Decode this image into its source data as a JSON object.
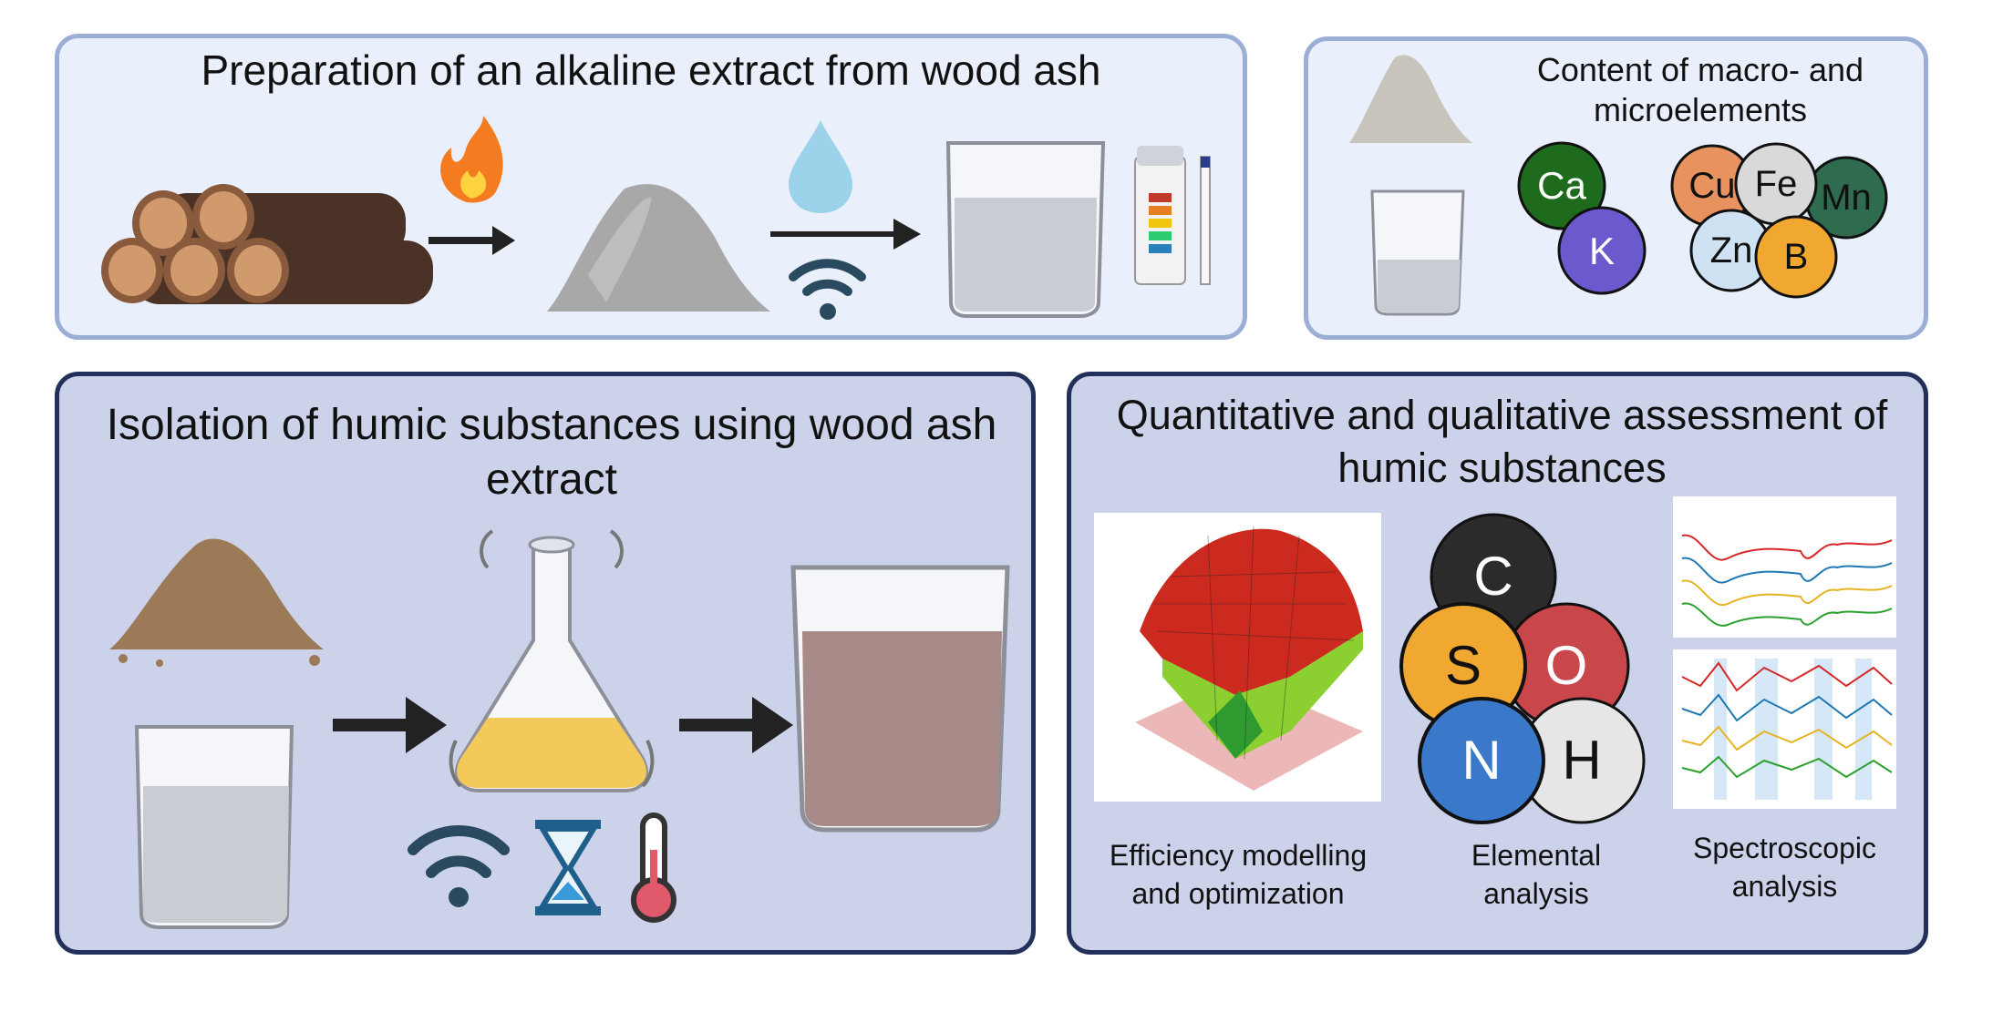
{
  "panels": {
    "prep": {
      "title": "Preparation of an alkaline extract from wood ash"
    },
    "content": {
      "title": "Content of macro- and microelements",
      "macro": [
        "Ca",
        "K"
      ],
      "micro": [
        "Cu",
        "Fe",
        "Mn",
        "Zn",
        "B"
      ]
    },
    "isolation": {
      "title": "Isolation of humic substances using wood ash extract"
    },
    "assessment": {
      "title": "Quantitative and qualitative assessment of humic substances",
      "elements": [
        "C",
        "S",
        "O",
        "N",
        "H"
      ],
      "captions": {
        "modelling": "Efficiency modelling and optimization",
        "elemental": "Elemental analysis",
        "spectro": "Spectroscopic analysis"
      }
    }
  },
  "colors": {
    "light_panel": "#eaf0fb",
    "light_border": "#9aaed6",
    "dark_panel": "#cbd2e9",
    "dark_border": "#23305a",
    "Ca": "#1e6b1e",
    "K": "#6a5acd",
    "Cu": "#e8935f",
    "Fe": "#d9d9d9",
    "Mn": "#2e6b4f",
    "Zn": "#cfe2f3",
    "B": "#f0a830",
    "C": "#2b2b2b",
    "S": "#f0a830",
    "O": "#c9474a",
    "N": "#3a78c9",
    "H": "#e6e6e6"
  },
  "icons": [
    "wood-logs-icon",
    "flame-icon",
    "ash-pile-icon",
    "water-drop-icon",
    "stirring-icon",
    "beaker-icon",
    "ph-strip-icon",
    "soil-pile-icon",
    "erlenmeyer-flask-icon",
    "hourglass-icon",
    "thermometer-icon",
    "arrow-icon"
  ]
}
